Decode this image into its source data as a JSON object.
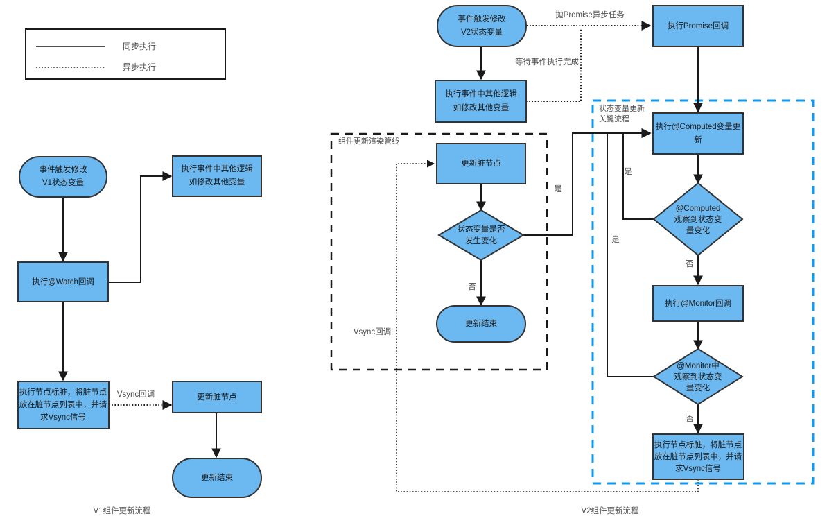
{
  "theme": {
    "node_fill": "#6CB8F0",
    "node_stroke": "#333333",
    "line": "#1a1a1a",
    "text": "#1a1a1a",
    "muted_text": "#4d4d4d",
    "blue_dash": "#0a9bf5",
    "black_dash": "#1a1a1a",
    "background": "#ffffff"
  },
  "legend": {
    "items": [
      {
        "style": "solid",
        "label": "同步执行"
      },
      {
        "style": "dotted",
        "label": "异步执行"
      }
    ]
  },
  "v1": {
    "caption": "V1组件更新流程",
    "nodes": {
      "start": "事件触发修改\nV1状态变量",
      "start_line1": "事件触发修改",
      "start_line2": "V1状态变量",
      "other_logic_line1": "执行事件中其他逻辑",
      "other_logic_line2": "如修改其他变量",
      "watch": "执行@Watch回调",
      "dirty_mark_line1": "执行节点标脏，将脏节点",
      "dirty_mark_line2": "放在脏节点列表中，并请",
      "dirty_mark_line3": "求Vsync信号",
      "update_dirty": "更新脏节点",
      "end": "更新结束"
    },
    "edges": {
      "vsync_callback": "Vsync回调"
    }
  },
  "v2": {
    "caption": "V2组件更新流程",
    "nodes": {
      "start_line1": "事件触发修改",
      "start_line2": "V2状态变量",
      "other_logic_line1": "执行事件中其他逻辑",
      "other_logic_line2": "如修改其他变量",
      "promise_cb": "执行Promise回调",
      "computed_update_line1": "执行@Computed变量更",
      "computed_update_line2": "新",
      "computed_diamond_line1": "@Computed",
      "computed_diamond_line2": "观察到状态变",
      "computed_diamond_line3": "量变化",
      "monitor_cb": "执行@Monitor回调",
      "monitor_diamond_line1": "@Monitor中",
      "monitor_diamond_line2": "观察到状态变",
      "monitor_diamond_line3": "量变化",
      "dirty_mark_line1": "执行节点标脏，将脏节点",
      "dirty_mark_line2": "放在脏节点列表中，并请",
      "dirty_mark_line3": "求Vsync信号",
      "update_dirty": "更新脏节点",
      "state_changed_line1": "状态变量是否",
      "state_changed_line2": "发生变化",
      "end": "更新结束"
    },
    "edges": {
      "promise_async": "抛Promise异步任务",
      "wait_event_done": "等待事件执行完成",
      "yes_computed": "是",
      "yes_monitor": "是",
      "no_computed": "否",
      "no_monitor": "否",
      "yes_state_changed": "是",
      "no_state_changed": "否",
      "vsync_callback": "Vsync回调"
    },
    "groups": {
      "pipeline_label": "组件更新渲染管线",
      "key_flow_label_line1": "状态变量更新",
      "key_flow_label_line2": "关键流程"
    }
  }
}
